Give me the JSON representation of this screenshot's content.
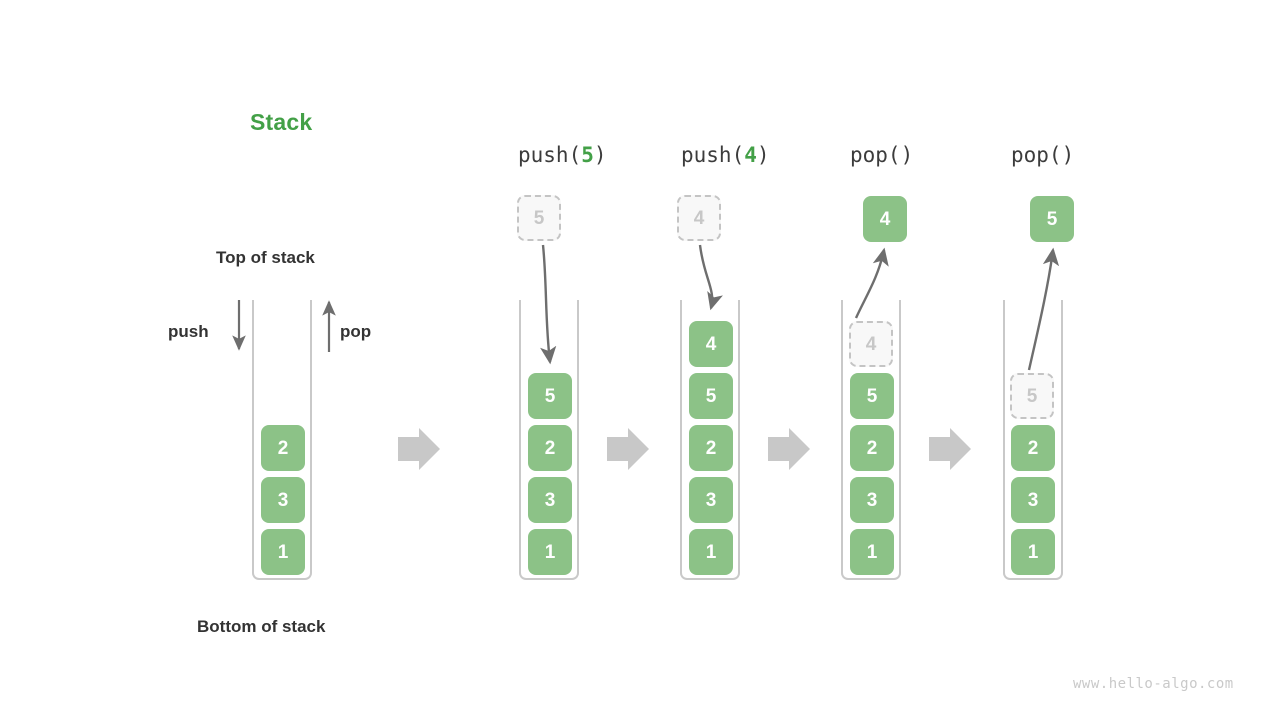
{
  "diagram": {
    "title": "Stack",
    "title_color": "#43a047",
    "box_color": "#8cc287",
    "ghost_color": "#c7c7c7",
    "arrow_color": "#6e6e6e",
    "flow_arrow_color": "#c8c8c8",
    "watermark": "www.hello-algo.com"
  },
  "labels": {
    "top_of_stack": "Top of stack",
    "bottom_of_stack": "Bottom of stack",
    "push": "push",
    "pop": "pop"
  },
  "headers": {
    "push5": {
      "fn": "push(",
      "arg": "5",
      "close": ")"
    },
    "push4": {
      "fn": "push(",
      "arg": "4",
      "close": ")"
    },
    "pop1": {
      "fn": "pop()",
      "arg": "",
      "close": ""
    },
    "pop2": {
      "fn": "pop()",
      "arg": "",
      "close": ""
    }
  },
  "stacks": {
    "initial": {
      "name": "initial-stack",
      "items": [
        "2",
        "3",
        "1"
      ]
    },
    "after_push5": {
      "name": "after-push-5-stack",
      "items": [
        "5",
        "2",
        "3",
        "1"
      ]
    },
    "after_push4": {
      "name": "after-push-4-stack",
      "items": [
        "4",
        "5",
        "2",
        "3",
        "1"
      ]
    },
    "after_pop1": {
      "name": "after-pop-1-stack",
      "ghost_top": "4",
      "items": [
        "5",
        "2",
        "3",
        "1"
      ],
      "popped_value": "4"
    },
    "after_pop2": {
      "name": "after-pop-2-stack",
      "ghost_top": "5",
      "items": [
        "2",
        "3",
        "1"
      ],
      "popped_value": "5"
    }
  },
  "incoming": {
    "push5_ghost": "5",
    "push4_ghost": "4"
  }
}
